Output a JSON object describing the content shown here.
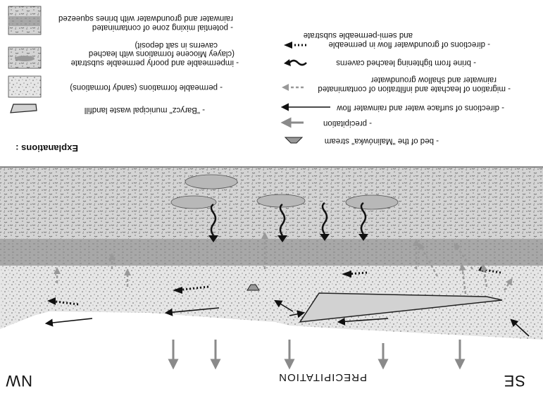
{
  "diagram": {
    "compass": {
      "left": "NW",
      "right": "SE"
    },
    "precipitation_label": "PRECIPITATION",
    "legend_title": "Explanations :",
    "legend_items": [
      {
        "key": "bed",
        "symbol": "trapezoid-icon",
        "text": "- bed of the \"Malinówka\" stream"
      },
      {
        "key": "precip",
        "symbol": "arrow-up-gray-icon",
        "text": "- precipitation"
      },
      {
        "key": "surface",
        "symbol": "arrow-thin-black-icon",
        "text": "- directions of surface water and rainwater flow"
      },
      {
        "key": "landfill",
        "symbol": "polygon-icon",
        "text": "- \"Barycz\" municipal waste landfill"
      },
      {
        "key": "migration",
        "symbol": "dashed-arrow-gray-icon",
        "text": "- migration of leachate and infiltration of contaminated",
        "text2": "rainwater and shallow groundwater"
      },
      {
        "key": "permeable",
        "symbol": "sand-swatch-icon",
        "text": "- permeable formations (sandy formations)"
      },
      {
        "key": "brine",
        "symbol": "wavy-arrow-icon",
        "text": "- brine from tightening leached caverns"
      },
      {
        "key": "impermeable",
        "symbol": "clay-swatch-icon",
        "text": "- impermeable and poorly permeable substrate",
        "text2": "(clayey Miocene formations with leached",
        "text3": "caverns in salt deposit)"
      },
      {
        "key": "groundwater",
        "symbol": "dotted-arrow-black-icon",
        "text": "- directions of groundwater flow in permeable",
        "text2": "and semi-permeable substrate"
      },
      {
        "key": "mixing",
        "symbol": "mixing-swatch-icon",
        "text": "- potential mixing zone of contaminated",
        "text2": "rainwater and groundwater with brines squeezed"
      }
    ],
    "colors": {
      "clay": "#cfcfcf",
      "mix": "#a9a9a9",
      "sand": "#e4e4e4",
      "cavern": "#b9b9b9",
      "landfill": "#d3d3d3",
      "arrow_gray": "#8a8a8a",
      "arrow_black": "#111111"
    }
  }
}
